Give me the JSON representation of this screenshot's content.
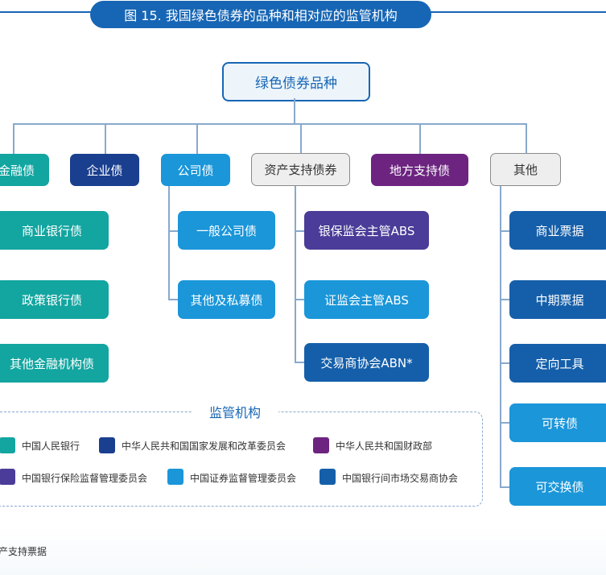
{
  "title": "图 15. 我国绿色债券的品种和相对应的监管机构",
  "root": "绿色债券品种",
  "categories": {
    "financial": "金融债",
    "enterprise": "企业债",
    "corporate": "公司债",
    "abs": "资产支持债券",
    "local": "地方支持债",
    "other": "其他"
  },
  "financial_items": [
    "商业银行债",
    "政策银行债",
    "其他金融机构债"
  ],
  "corporate_items": [
    "一般公司债",
    "其他及私募债"
  ],
  "abs_items": [
    "银保监会主管ABS",
    "证监会主管ABS",
    "交易商协会ABN*"
  ],
  "other_items": [
    "商业票据",
    "中期票据",
    "定向工具",
    "可转债",
    "可交换债"
  ],
  "legend": {
    "title": "监管机构",
    "items": [
      {
        "label": "中国人民银行",
        "color": "#13a5a0"
      },
      {
        "label": "中华人民共和国国家发展和改革委员会",
        "color": "#1a3f8f"
      },
      {
        "label": "中华人民共和国财政部",
        "color": "#6c2480"
      },
      {
        "label": "中国银行保险监督管理委员会",
        "color": "#4a3c98"
      },
      {
        "label": "中国证券监督管理委员会",
        "color": "#1a96d9"
      },
      {
        "label": "中国银行间市场交易商协会",
        "color": "#155faa"
      }
    ]
  },
  "footnote": "产支持票据"
}
